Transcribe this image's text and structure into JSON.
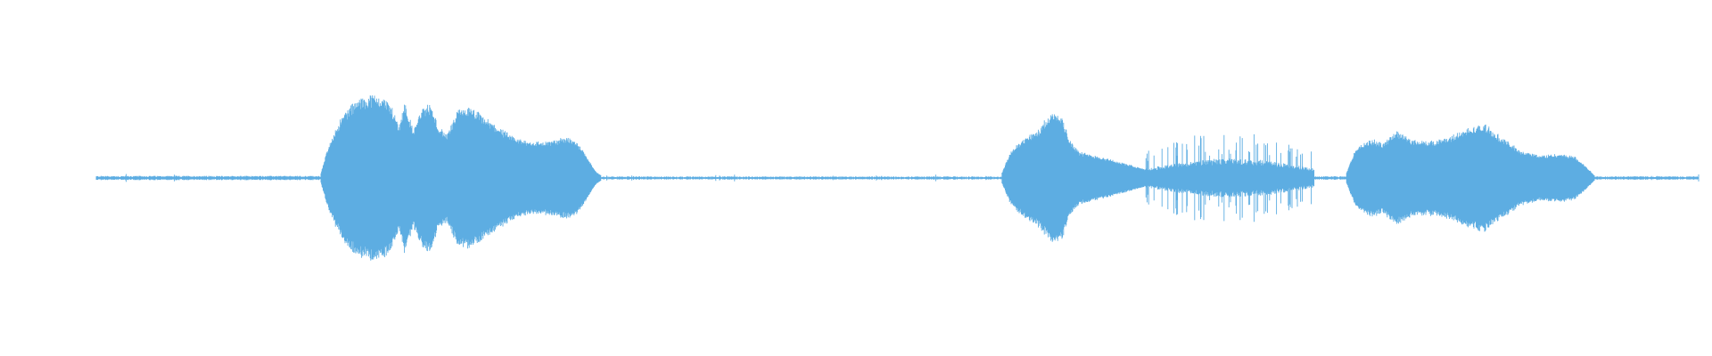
{
  "waveform": {
    "color": "#5DADE2",
    "background": "#FFFFFF",
    "segments": [
      {
        "type": "noise",
        "start": 0.0,
        "end": 0.14,
        "amp": 0.025
      },
      {
        "type": "voiced",
        "start": 0.14,
        "end": 0.315,
        "envelope": [
          [
            0.0,
            0.04
          ],
          [
            0.02,
            0.28
          ],
          [
            0.05,
            0.55
          ],
          [
            0.09,
            0.78
          ],
          [
            0.13,
            0.9
          ],
          [
            0.18,
            0.96
          ],
          [
            0.22,
            0.94
          ],
          [
            0.25,
            0.85
          ],
          [
            0.28,
            0.6
          ],
          [
            0.3,
            0.88
          ],
          [
            0.33,
            0.55
          ],
          [
            0.36,
            0.8
          ],
          [
            0.39,
            0.86
          ],
          [
            0.42,
            0.6
          ],
          [
            0.45,
            0.5
          ],
          [
            0.49,
            0.78
          ],
          [
            0.52,
            0.82
          ],
          [
            0.56,
            0.76
          ],
          [
            0.6,
            0.66
          ],
          [
            0.64,
            0.58
          ],
          [
            0.68,
            0.48
          ],
          [
            0.72,
            0.44
          ],
          [
            0.76,
            0.42
          ],
          [
            0.8,
            0.42
          ],
          [
            0.84,
            0.44
          ],
          [
            0.88,
            0.48
          ],
          [
            0.92,
            0.4
          ],
          [
            0.95,
            0.25
          ],
          [
            0.98,
            0.08
          ],
          [
            1.0,
            0.03
          ]
        ]
      },
      {
        "type": "noise",
        "start": 0.315,
        "end": 0.565,
        "amp": 0.018
      },
      {
        "type": "voiced",
        "start": 0.565,
        "end": 0.655,
        "envelope": [
          [
            0.0,
            0.05
          ],
          [
            0.06,
            0.3
          ],
          [
            0.15,
            0.45
          ],
          [
            0.25,
            0.55
          ],
          [
            0.33,
            0.72
          ],
          [
            0.38,
            0.78
          ],
          [
            0.42,
            0.7
          ],
          [
            0.47,
            0.45
          ],
          [
            0.54,
            0.3
          ],
          [
            0.65,
            0.26
          ],
          [
            0.75,
            0.22
          ],
          [
            0.85,
            0.17
          ],
          [
            1.0,
            0.1
          ]
        ]
      },
      {
        "type": "spiky",
        "start": 0.655,
        "end": 0.76,
        "amp": 0.22,
        "peak": 0.52
      },
      {
        "type": "noise",
        "start": 0.76,
        "end": 0.78,
        "amp": 0.02
      },
      {
        "type": "voiced",
        "start": 0.78,
        "end": 0.935,
        "envelope": [
          [
            0.0,
            0.05
          ],
          [
            0.04,
            0.35
          ],
          [
            0.1,
            0.45
          ],
          [
            0.15,
            0.4
          ],
          [
            0.2,
            0.55
          ],
          [
            0.26,
            0.45
          ],
          [
            0.32,
            0.42
          ],
          [
            0.4,
            0.46
          ],
          [
            0.5,
            0.58
          ],
          [
            0.56,
            0.62
          ],
          [
            0.62,
            0.48
          ],
          [
            0.7,
            0.32
          ],
          [
            0.78,
            0.26
          ],
          [
            0.86,
            0.28
          ],
          [
            0.92,
            0.25
          ],
          [
            0.96,
            0.15
          ],
          [
            1.0,
            0.03
          ]
        ]
      },
      {
        "type": "noise",
        "start": 0.935,
        "end": 1.0,
        "amp": 0.02
      }
    ]
  }
}
